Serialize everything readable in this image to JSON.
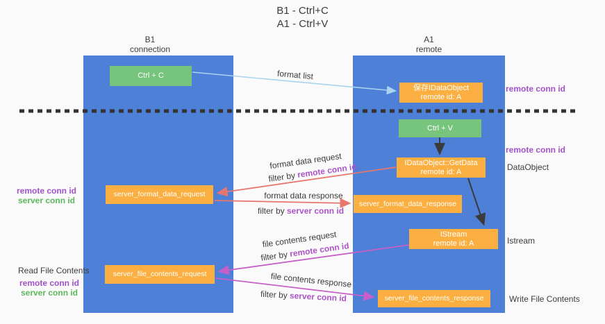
{
  "title": {
    "line1": "B1 - Ctrl+C",
    "line2": "A1 - Ctrl+V"
  },
  "lanes": {
    "left": {
      "title": "B1",
      "subtitle": "connection"
    },
    "right": {
      "title": "A1",
      "subtitle": "remote"
    }
  },
  "nodes": {
    "ctrl_c": {
      "label": "Ctrl + C"
    },
    "ctrl_v": {
      "label": "Ctrl + V"
    },
    "save_dataobject": {
      "line1": "保存IDataObject",
      "line2": "remote id: A"
    },
    "getdata": {
      "line1": "IDataObject::GetData",
      "line2": "remote id: A"
    },
    "istream": {
      "line1": "IStream",
      "line2": "remote id: A"
    },
    "server_format_data_request": {
      "label": "server_format_data_request"
    },
    "server_format_data_response": {
      "label": "server_format_data_response"
    },
    "server_file_contents_request": {
      "label": "server_file_contents_request"
    },
    "server_file_contents_response": {
      "label": "server_file_contents_response"
    }
  },
  "edge_labels": {
    "format_list": "format list",
    "format_data_request": "format data request",
    "format_data_response": "format data response",
    "file_contents_request": "file contents request",
    "file_contents_response": "file contents response",
    "filter_by": "filter by",
    "remote_conn_id": "remote conn id",
    "server_conn_id": "server conn id"
  },
  "side_labels": {
    "remote_conn_id": "remote conn id",
    "server_conn_id": "server conn id",
    "dataobject": "DataObject",
    "istream": "Istream",
    "read_file_contents": "Read File Contents",
    "write_file_contents": "Write File Contents"
  },
  "colors": {
    "lane_blue": "#4d80d6",
    "node_green": "#77c47d",
    "node_orange": "#faaf40",
    "arrow_light_blue": "#a9d3f0",
    "arrow_black": "#3b3b3b",
    "arrow_salmon": "#e8766e",
    "arrow_magenta": "#c85ec8",
    "text_purple": "#a152c8",
    "text_green": "#5cb85c",
    "dashed_divider": "#333333"
  }
}
